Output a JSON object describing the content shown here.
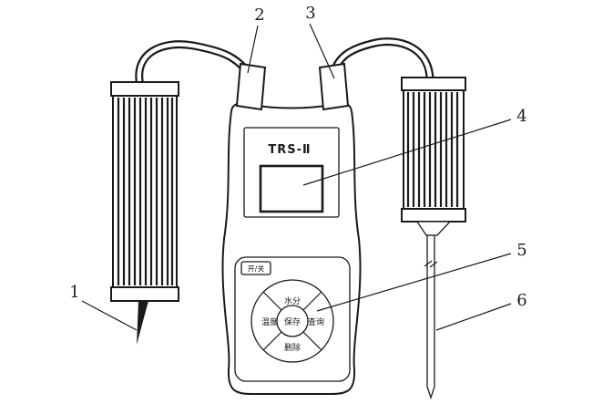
{
  "diagram": {
    "callouts": [
      {
        "num": "1"
      },
      {
        "num": "2"
      },
      {
        "num": "3"
      },
      {
        "num": "4"
      },
      {
        "num": "5"
      },
      {
        "num": "6"
      }
    ],
    "device": {
      "model_label": "TRS-Ⅱ",
      "power_button_label": "开/关",
      "keypad": {
        "top": "水分",
        "left": "温度",
        "center": "保存",
        "right": "查询",
        "bottom": "删除"
      }
    },
    "colors": {
      "stroke": "#1a1a1a",
      "background": "#ffffff"
    }
  }
}
